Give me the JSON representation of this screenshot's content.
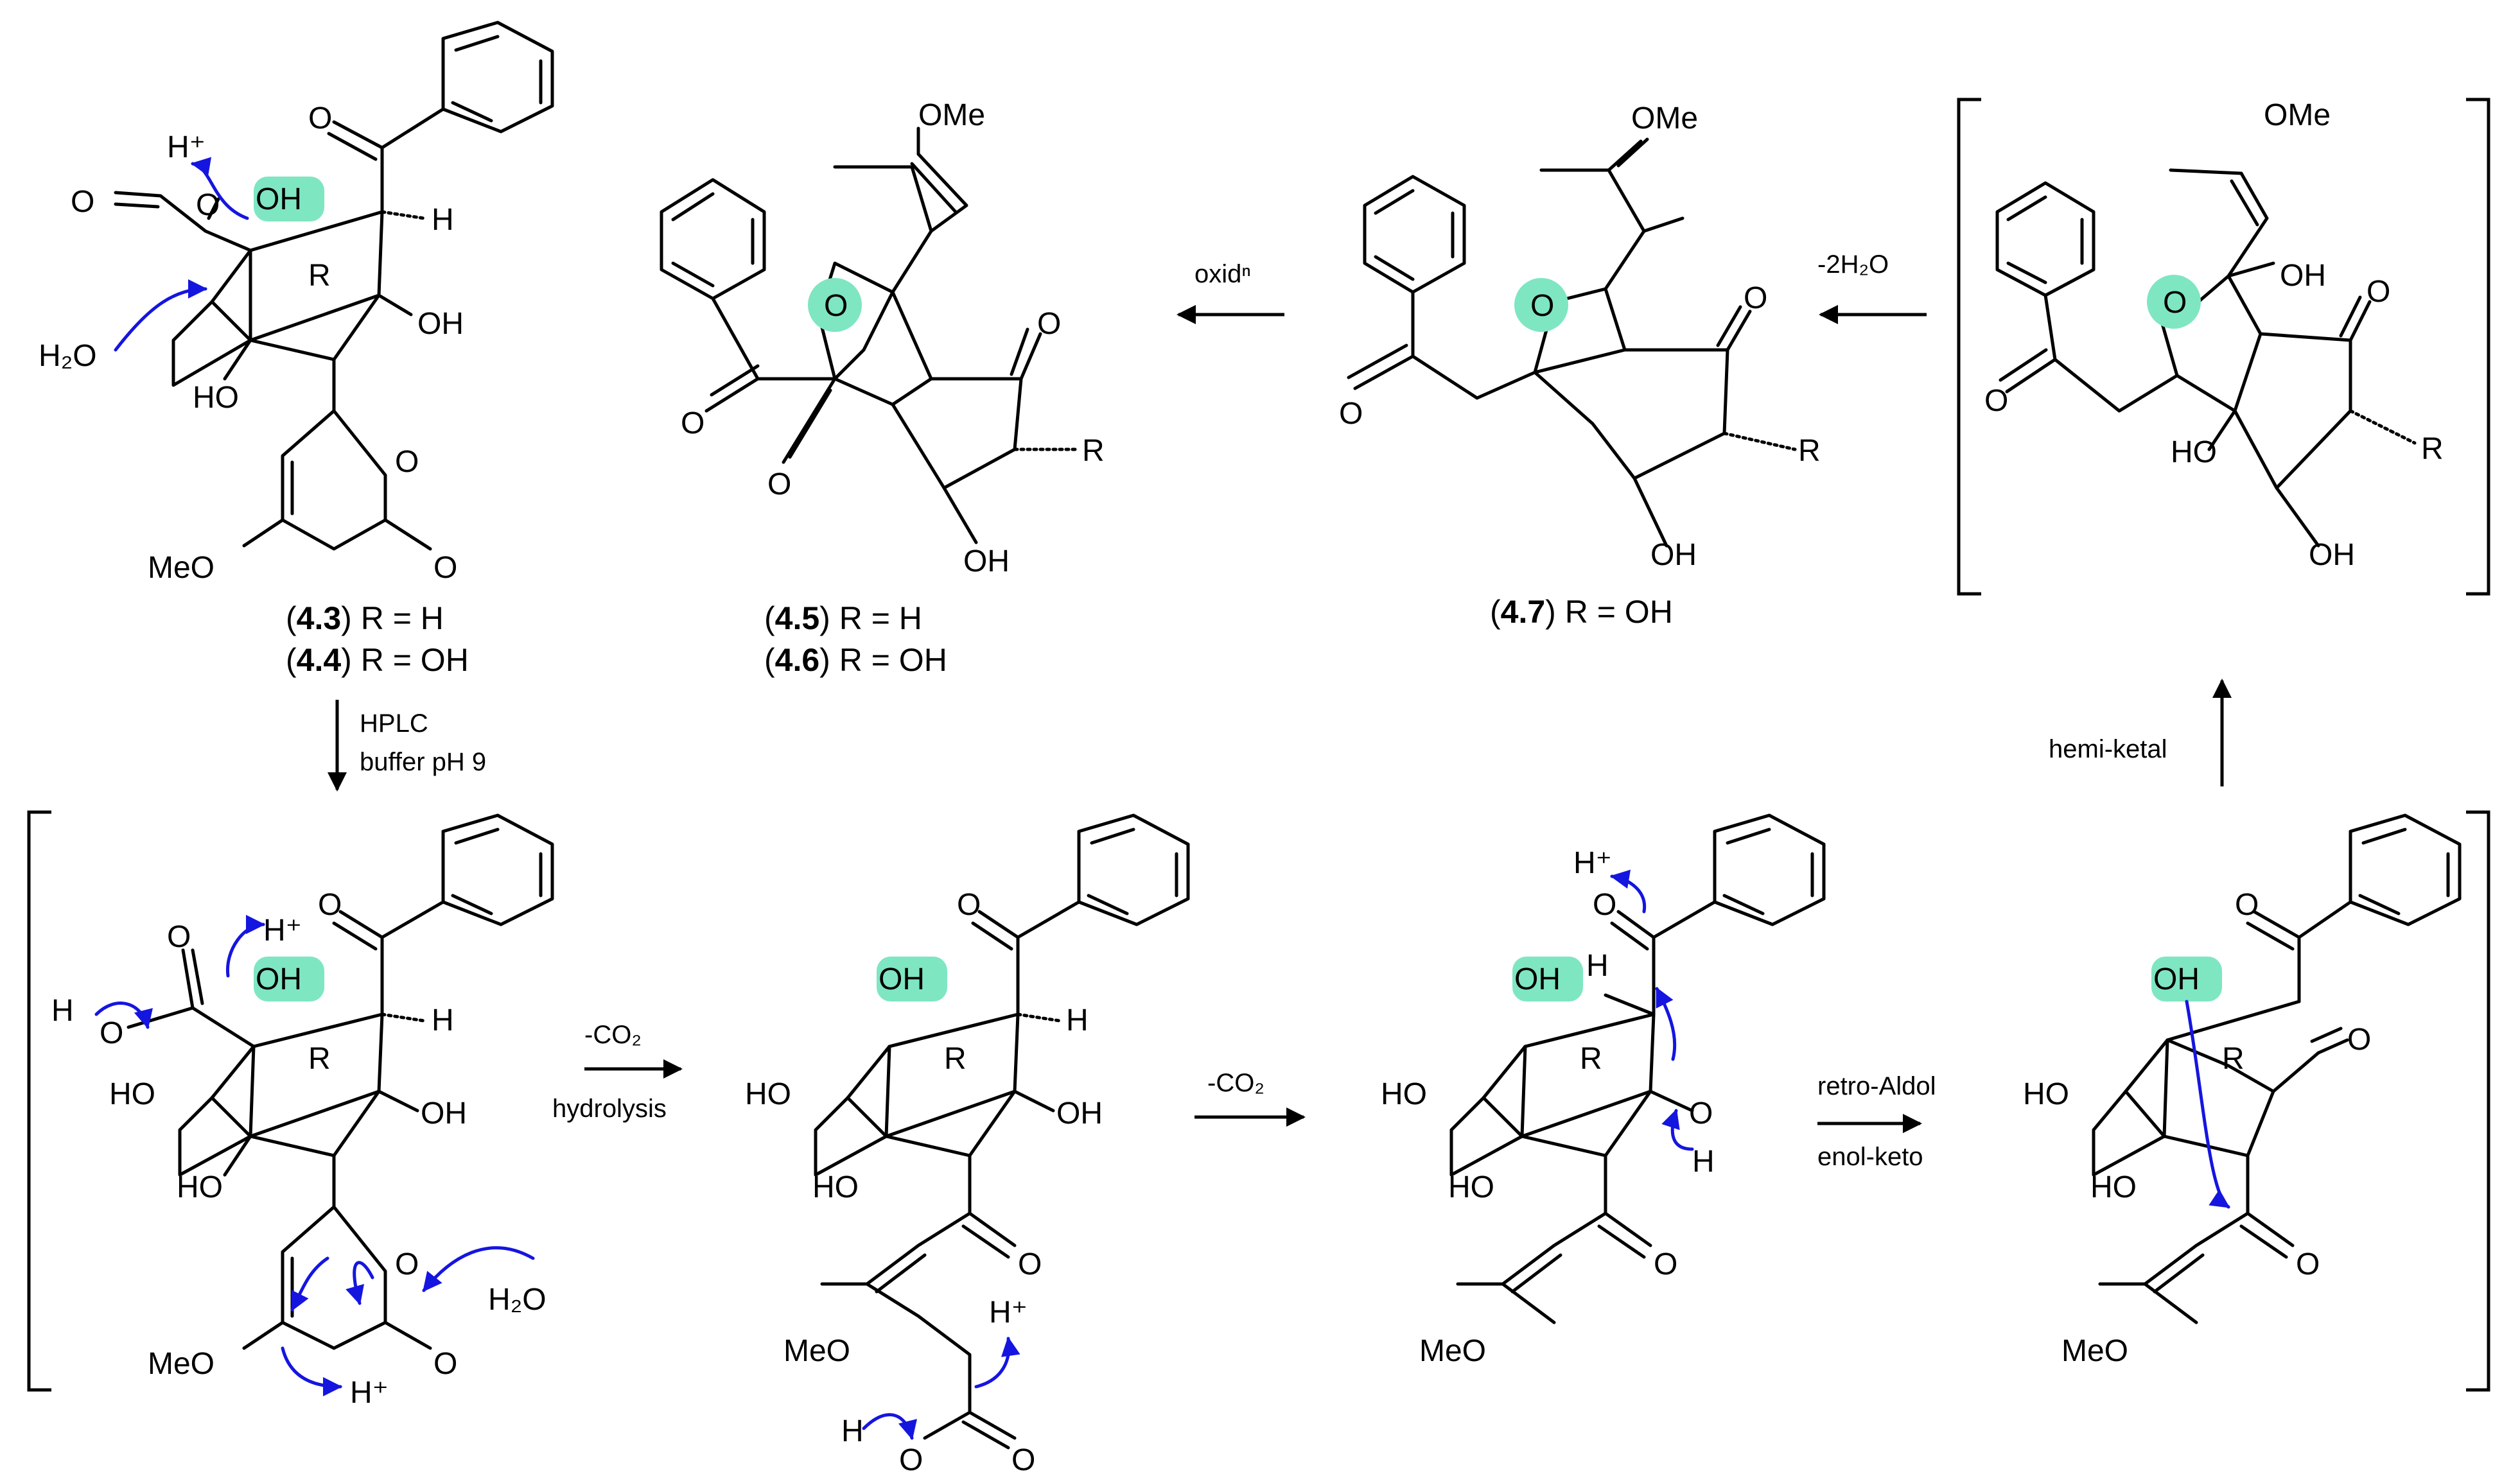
{
  "colors": {
    "bond": "#000000",
    "curly_arrow": "#1515e0",
    "highlight": "#7fe6c2"
  },
  "atoms": {
    "ome": "OMe",
    "meo": "MeO",
    "oh": "OH",
    "ho": "HO",
    "o": "O",
    "h": "H",
    "r": "R",
    "h_plus": "H⁺",
    "h2o": "H₂O",
    "r_label": "R"
  },
  "compounds": {
    "c43": {
      "id": "4.3",
      "text": ") R = H"
    },
    "c44": {
      "id": "4.4",
      "text": ") R = OH"
    },
    "c45": {
      "id": "4.5",
      "text": ") R = H"
    },
    "c46": {
      "id": "4.6",
      "text": ") R = OH"
    },
    "c47": {
      "id": "4.7",
      "text": ") R = OH"
    }
  },
  "conditions": {
    "hplc": "HPLC",
    "buffer": "buffer pH 9",
    "co2_hydrolysis_top": "-CO₂",
    "hydrolysis": "hydrolysis",
    "co2": "-CO₂",
    "retro_aldol": "retro-Aldol",
    "enol_keto": "enol-keto",
    "hemi_ketal": "hemi-ketal",
    "dehydration": "-2H₂O",
    "oxidation": "oxidⁿ"
  }
}
